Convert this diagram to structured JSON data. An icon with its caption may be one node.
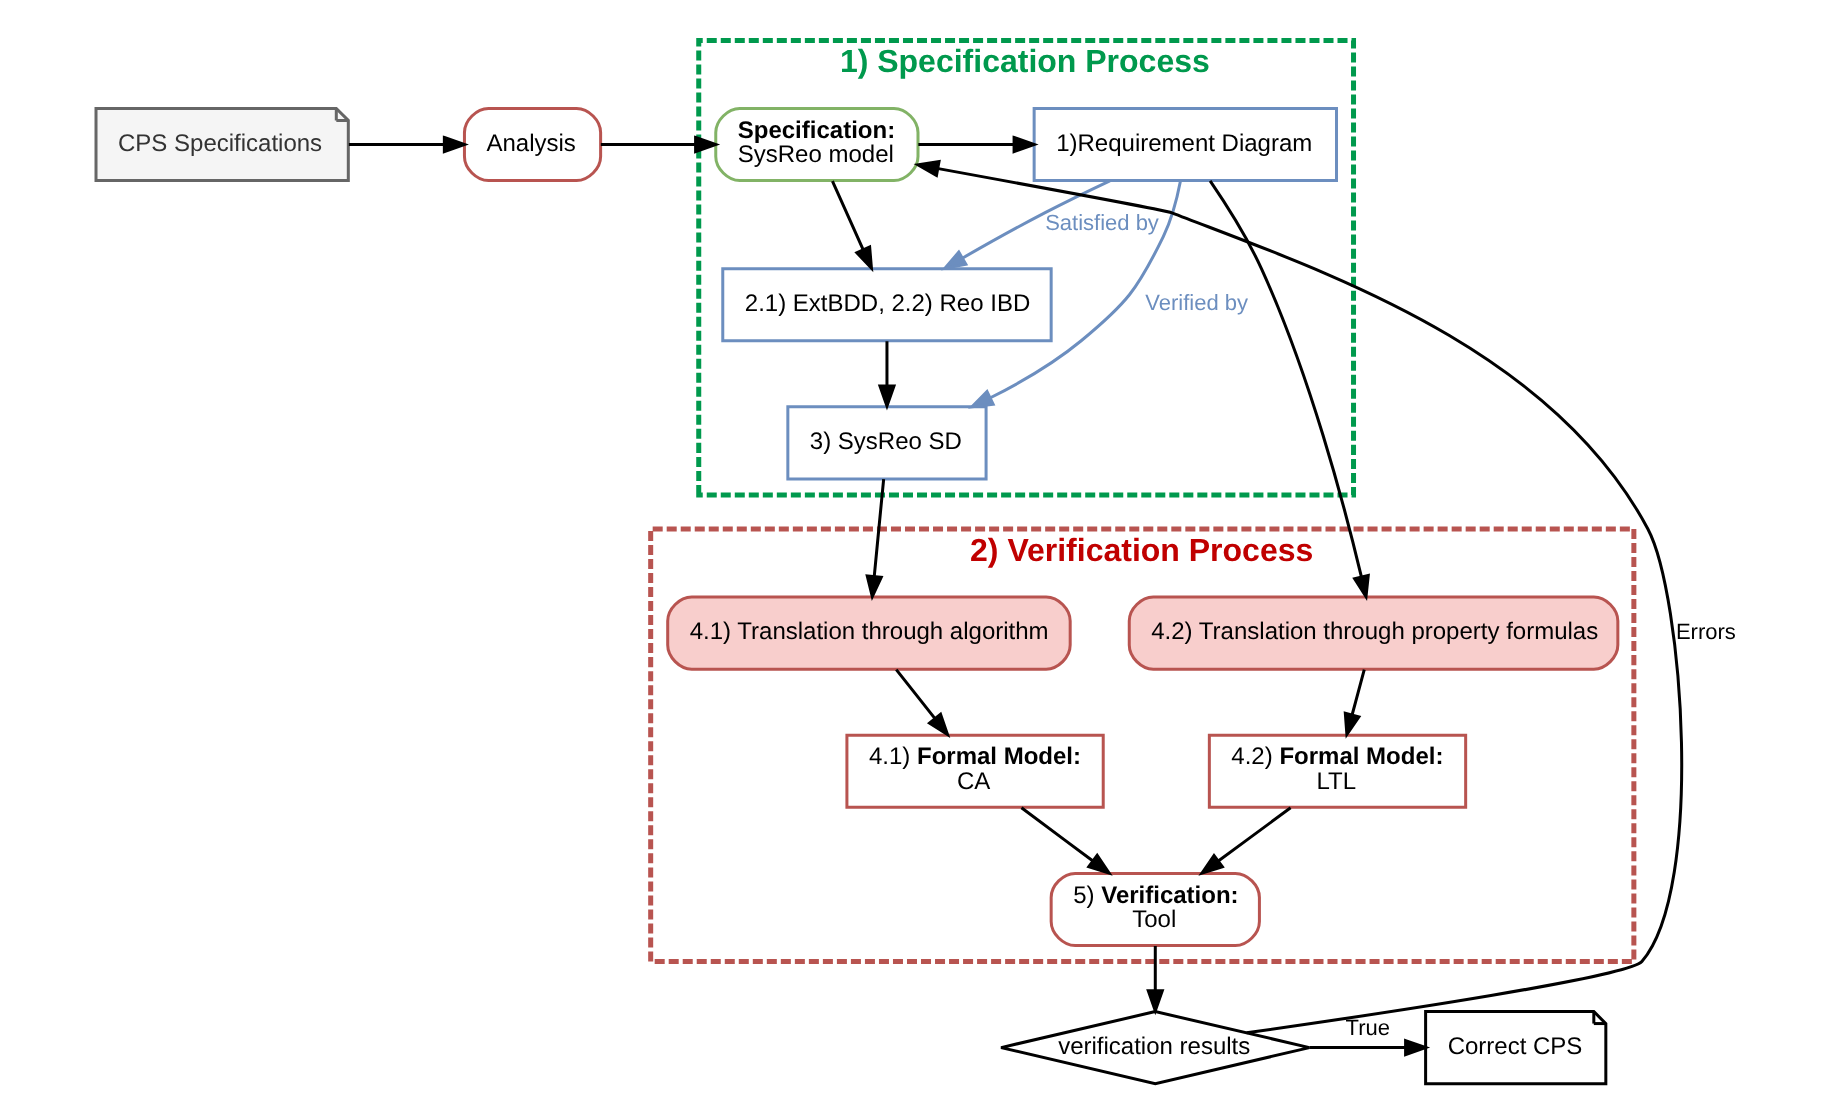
{
  "diagram": {
    "nodes": [
      {
        "text": [
          "CPS Specifications"
        ]
      },
      {
        "text": [
          "Analysis"
        ]
      },
      {
        "text": [
          "1) Specification Process"
        ]
      },
      {
        "text": [
          "Specification:",
          "SysReo model"
        ],
        "in": 2
      },
      {
        "text": [
          "1)Requirement Diagram"
        ],
        "in": 2
      },
      {
        "text": [
          "2.1) ExtBDD, 2.2) Reo IBD"
        ],
        "in": 2
      },
      {
        "text": [
          "3) SysReo SD"
        ],
        "in": 2
      },
      {
        "text": [
          "2) Verification Process"
        ]
      },
      {
        "text": [
          "4.1) Translation through algorithm"
        ],
        "in": 7
      },
      {
        "text": [
          "4.2) Translation through property formulas"
        ],
        "in": 7
      },
      {
        "text": [
          "4.1) **Formal Model:**",
          "CA"
        ],
        "in": 7
      },
      {
        "text": [
          "4.2) **Formal Model:**",
          "LTL"
        ],
        "in": 7
      },
      {
        "text": [
          "5) **Verification:**",
          "Tool"
        ],
        "in": 7
      },
      {
        "text": [
          "verification results"
        ]
      },
      {
        "text": [
          "Correct CPS"
        ]
      }
    ],
    "edges": [
      {
        "from": 0,
        "to": 1,
        "arrow": "to"
      },
      {
        "from": 1,
        "to": 3,
        "arrow": "to"
      },
      {
        "from": 3,
        "to": 4,
        "arrow": "to"
      },
      {
        "from": 3,
        "to": 5,
        "arrow": "to"
      },
      {
        "from": 4,
        "to": 5,
        "arrow": "to",
        "label": "Satisfied by",
        "color": "#6c8ebf"
      },
      {
        "from": 4,
        "to": 6,
        "arrow": "to",
        "label": "Verified by",
        "color": "#6c8ebf"
      },
      {
        "from": 5,
        "to": 6,
        "arrow": "to"
      },
      {
        "from": 6,
        "to": 8,
        "arrow": "to"
      },
      {
        "from": 4,
        "to": 9,
        "arrow": "to"
      },
      {
        "from": 8,
        "to": 10,
        "arrow": "to"
      },
      {
        "from": 9,
        "to": 11,
        "arrow": "to"
      },
      {
        "from": 11,
        "to": 12,
        "arrow": "to"
      },
      {
        "from": 10,
        "to": 12,
        "arrow": "to"
      },
      {
        "from": 12,
        "to": 13,
        "arrow": "to"
      },
      {
        "from": 13,
        "to": 14,
        "arrow": "to",
        "label": "True"
      },
      {
        "from": 13,
        "to": 3,
        "arrow": "to",
        "label": "Errors"
      }
    ]
  }
}
